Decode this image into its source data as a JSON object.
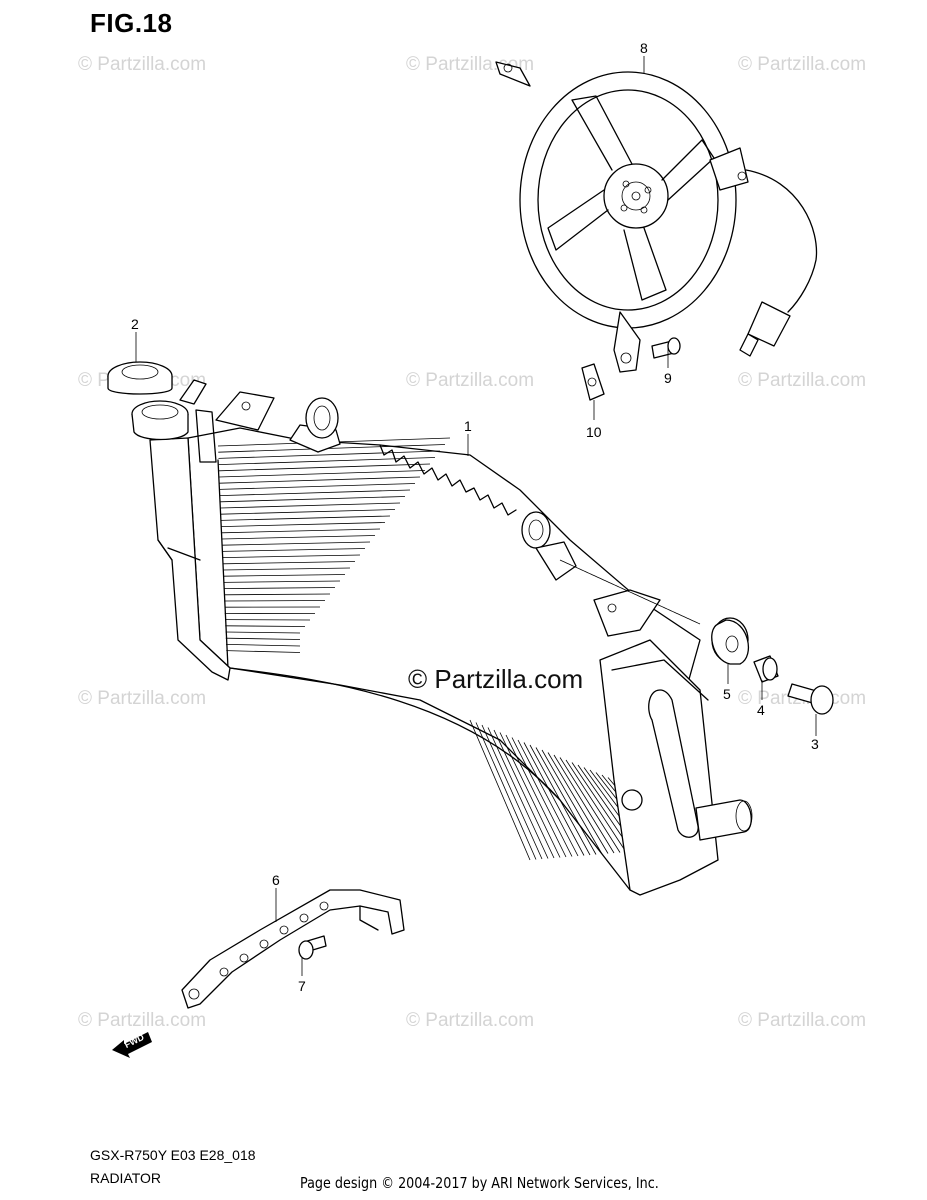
{
  "figure": {
    "title": "FIG.18",
    "code": "GSX-R750Y E03 E28_018",
    "name": "RADIATOR"
  },
  "watermark": {
    "text": "© Partzilla.com",
    "center_text": "© Partzilla.com",
    "color": "#d4d4d4"
  },
  "callouts": [
    "1",
    "2",
    "3",
    "4",
    "5",
    "6",
    "7",
    "8",
    "9",
    "10"
  ],
  "fwd_label": "FWD",
  "footer": "Page design © 2004-2017 by ARI Network Services, Inc."
}
